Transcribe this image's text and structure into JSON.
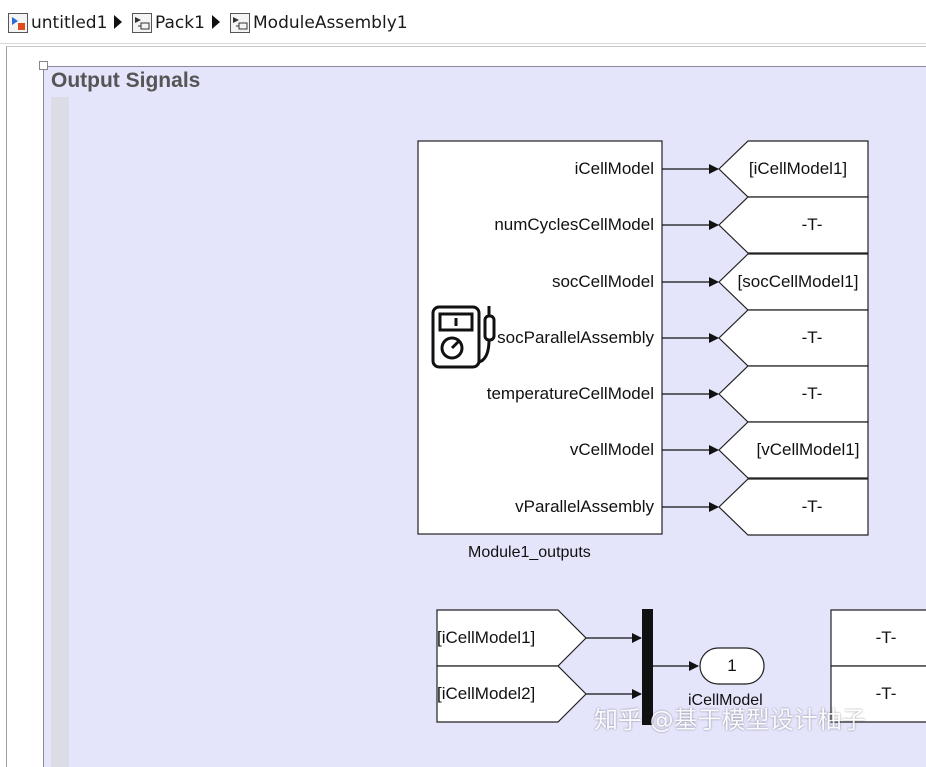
{
  "breadcrumb": [
    {
      "label": "untitled1",
      "icon": "model-icon"
    },
    {
      "label": "Pack1",
      "icon": "subsystem-icon"
    },
    {
      "label": "ModuleAssembly1",
      "icon": "subsystem-icon"
    }
  ],
  "area": {
    "title": "Output Signals",
    "color": "#e4e4fb"
  },
  "module_block": {
    "name": "Module1_outputs",
    "icon": "multimeter-icon",
    "ports": [
      "iCellModel",
      "numCyclesCellModel",
      "socCellModel",
      "socParallelAssembly",
      "temperatureCellModel",
      "vCellModel",
      "vParallelAssembly"
    ]
  },
  "goto_tags": [
    "[iCellModel1]",
    "-T-",
    "[socCellModel1]",
    "-T-",
    "-T-",
    "[vCellModel1]",
    "-T-"
  ],
  "from_tags": [
    "[iCellModel1]",
    "[iCellModel2]"
  ],
  "outport": {
    "number": "1",
    "name": "iCellModel"
  },
  "right_tags": [
    "-T-",
    "-T-"
  ],
  "watermark": "知乎 @基于模型设计柚子"
}
